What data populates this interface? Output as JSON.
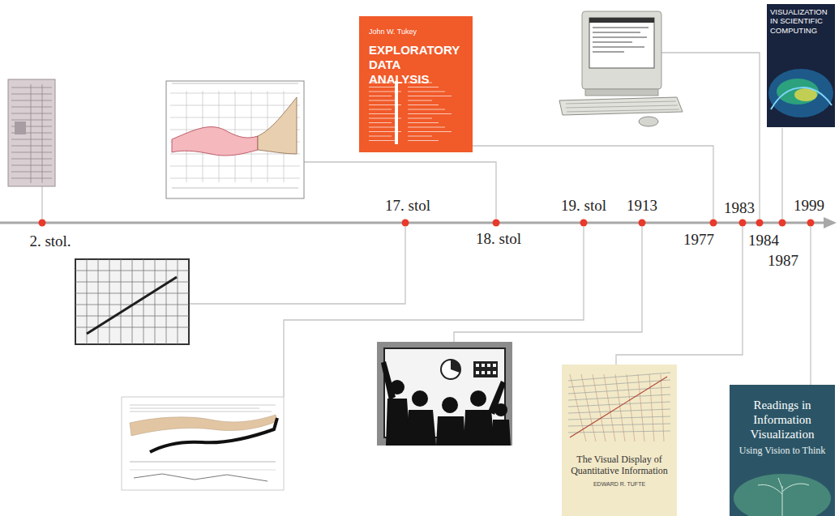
{
  "diagram": {
    "nodes": [
      {
        "text": [
          "John W. Tukey",
          "EXPLORATORY DATA ANALYSIS"
        ]
      },
      {
        "text": [
          "VISUALIZATION IN SCIENTIFIC COMPUTING"
        ]
      },
      {
        "text": [
          "The Visual Display of Quantitative Information",
          "EDWARD R. TUFTE"
        ]
      },
      {
        "text": [
          "Readings in Information Visualization",
          "Using Vision to Think"
        ]
      }
    ],
    "labels": [
      "2. stol.",
      "17. stol",
      "18. stol",
      "19. stol",
      "1913",
      "1977",
      "1983",
      "1984",
      "1987",
      "1999"
    ]
  }
}
